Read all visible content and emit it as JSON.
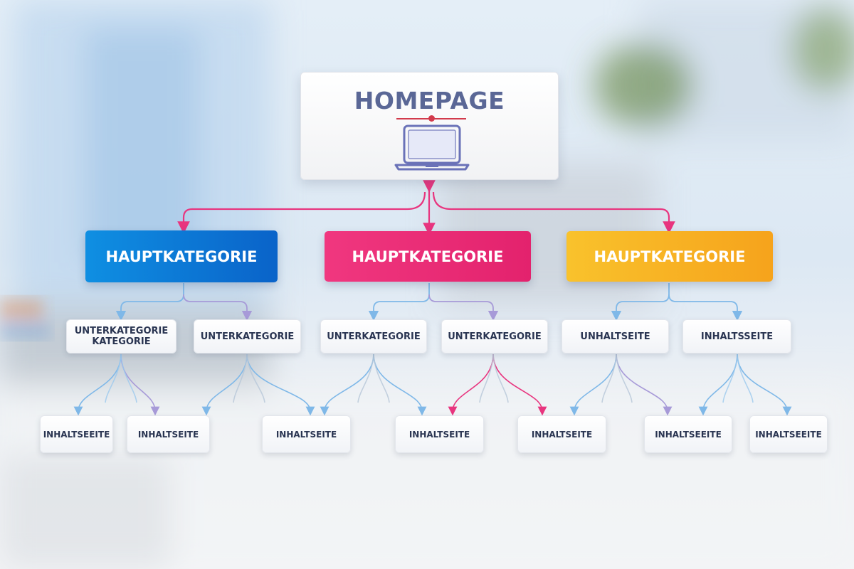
{
  "homepage": {
    "title": "HOMEPAGE",
    "icon": "laptop-icon",
    "accent_color": "#d23a4c",
    "text_color": "#5a6796"
  },
  "main_categories": [
    {
      "label": "HAUPTKATEGORIE",
      "color": "#0a63c9"
    },
    {
      "label": "HAUPTKATEGORIE",
      "color": "#e3226d"
    },
    {
      "label": "HAUPTKATEGORIE",
      "color": "#f6a31c"
    }
  ],
  "sub_nodes": [
    {
      "line1": "UNTERKATEGORIE",
      "line2": "KATEGORIE"
    },
    {
      "line1": "UNTERKATEGORIE"
    },
    {
      "line1": "UNTERKATEGORIE"
    },
    {
      "line1": "UNTERKATEGORIE"
    },
    {
      "line1": "UNHALTSEITE"
    },
    {
      "line1": "INHALTSSEITE"
    }
  ],
  "leaf_nodes": [
    {
      "label": "INHALTSEEITE"
    },
    {
      "label": "INHALTSEITE"
    },
    {
      "label": "INHALTSEITE"
    },
    {
      "label": "INHALTSEITE"
    },
    {
      "label": "INHALTSEITE"
    },
    {
      "label": "INHALTSEEITE"
    },
    {
      "label": "INHALTSEEITE"
    }
  ],
  "connector_colors": {
    "top": "#e8357f",
    "blue": "#7fb8e8",
    "purple": "#a79ad8",
    "pink": "#e8357f"
  }
}
